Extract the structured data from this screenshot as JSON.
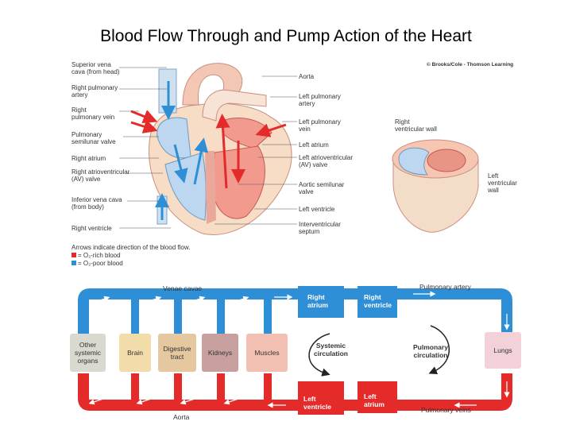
{
  "title": "Blood Flow Through and Pump Action of the Heart",
  "copyright": "© Brooks/Cole - Thomson Learning",
  "heart_labels_left": [
    "Superior vena\ncava (from head)",
    "Right pulmonary\nartery",
    "Right\npulmonary vein",
    "Pulmonary\nsemilunar valve",
    "Right atrium",
    "Right atrioventricular\n(AV) valve",
    "Inferior vena cava\n(from body)",
    "Right ventricle"
  ],
  "heart_labels_right": [
    "Aorta",
    "Left pulmonary\nartery",
    "Left pulmonary\nvein",
    "Left atrium",
    "Left atrioventricular\n(AV) valve",
    "Aortic semilunar\nvalve",
    "Left ventricle",
    "Interventricular\nseptum"
  ],
  "cross_section": {
    "right_wall": "Right\nventricular wall",
    "left_wall": "Left\nventricular\nwall"
  },
  "legend": {
    "heading": "Arrows indicate direction of the blood flow.",
    "o2_rich": "= O₂-rich blood",
    "o2_poor": "= O₂-poor blood"
  },
  "circulation": {
    "venae_cavae": "Venae cavae",
    "pulmonary_artery": "Pulmonary artery",
    "aorta": "Aorta",
    "pulmonary_veins": "Pulmonary veins",
    "right_atrium": "Right\natrium",
    "right_ventricle": "Right\nventricle",
    "left_ventricle": "Left\nventricle",
    "left_atrium": "Left\natrium",
    "systemic": "Systemic\ncirculation",
    "pulmonary": "Pulmonary\ncirculation",
    "organs": [
      {
        "label": "Other\nsystemic\norgans",
        "color": "#d9d9d0"
      },
      {
        "label": "Brain",
        "color": "#f1dcaa"
      },
      {
        "label": "Digestive\ntract",
        "color": "#e5c7a0"
      },
      {
        "label": "Kidneys",
        "color": "#c9a0a0"
      },
      {
        "label": "Muscles",
        "color": "#f2c0b3"
      }
    ],
    "lungs": "Lungs"
  },
  "colors": {
    "o2_poor": "#2e8fd6",
    "o2_rich": "#e52a2a",
    "heart_muscle": "#f2b7a6",
    "heart_pale": "#f7dcc6"
  }
}
